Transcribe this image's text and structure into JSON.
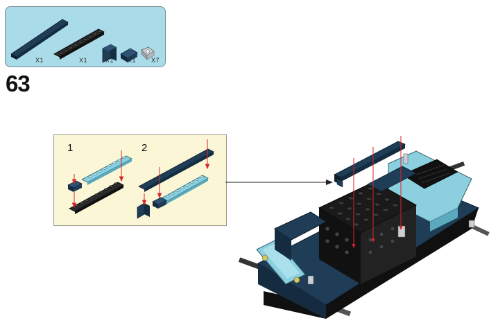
{
  "step": {
    "number": "63"
  },
  "parts": [
    {
      "icon": "long-dark-blue-plate-icon",
      "qty": "X1"
    },
    {
      "icon": "black-studded-plate-icon",
      "qty": "X1"
    },
    {
      "icon": "dark-blue-bracket-icon",
      "qty": "X1"
    },
    {
      "icon": "dark-blue-slope-brick-icon",
      "qty": "X1"
    },
    {
      "icon": "grey-clip-connector-icon",
      "qty": "X7"
    }
  ],
  "substeps": [
    {
      "label": "1"
    },
    {
      "label": "2"
    }
  ],
  "colors": {
    "parts_panel": "#a9dbe9",
    "substep_panel": "#fbf7d6",
    "dark_blue": "#1f3d57",
    "light_blue": "#8ccfdf",
    "black_part": "#1a1a1a",
    "arrow_red": "#d8262b"
  }
}
